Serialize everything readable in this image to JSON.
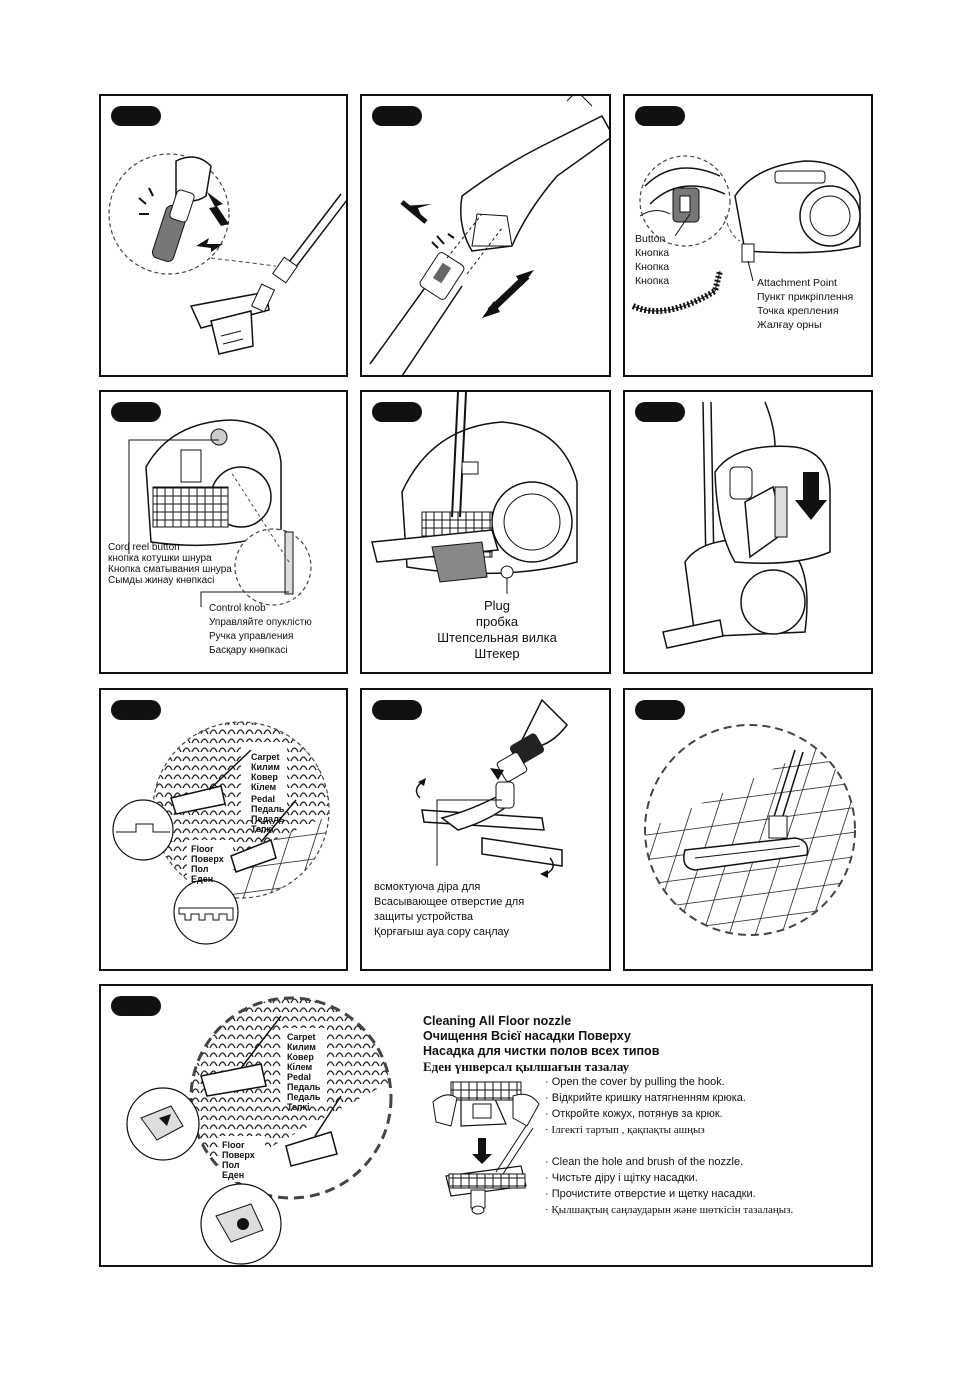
{
  "panel3": {
    "button": [
      "Button",
      "Кнопка",
      "Кнопка",
      "Кнопка"
    ],
    "attachment": [
      "Attachment Point",
      "Пункт прикріплення",
      "Точка крепления",
      "Жалғау орны"
    ]
  },
  "panel4": {
    "cord_reel": [
      "Cord reel button",
      "кнопка котушки шнура",
      "Кнопка сматывания шнура",
      "Сымды жинау кнөпкасі"
    ],
    "control_knob": [
      "Control knob",
      "Управляйте опуклістю",
      "Ручка управления",
      "Басқару кнөпкасі"
    ]
  },
  "panel5": {
    "plug": [
      "Plug",
      "пробка",
      "Штепсельная вилка",
      "Штекер"
    ]
  },
  "panel7": {
    "carpet": [
      "Carpet",
      "Килим",
      "Ковер",
      "Кілем"
    ],
    "pedal": [
      "Pedal",
      "Педаль",
      "Педаль",
      "Тепкі"
    ],
    "floor": [
      "Floor",
      "Поверх",
      "Пол",
      "Еден"
    ]
  },
  "panel8": {
    "caption": [
      "всмоктуюча діра для",
      "Всасывающее отверстие для",
      "защиты устройства",
      "Қорғағыш ауа сору саңлау"
    ]
  },
  "panel10": {
    "title": [
      "Cleaning All Floor nozzle",
      "Очищення Всієї насадки Поверху",
      "Насадка для чистки полов всех типов",
      "Еден үнıверсал қылшағын тазалау"
    ],
    "carpet": [
      "Carpet",
      "Килим",
      "Ковер",
      "Кілем"
    ],
    "pedal": [
      "Pedal",
      "Педаль",
      "Педаль",
      "Тепкі"
    ],
    "floor": [
      "Floor",
      "Поверх",
      "Пол",
      "Еден"
    ],
    "steps_a": [
      "Open the cover by pulling the hook.",
      "Відкрийте кришку натягненням крюка.",
      "Откройте кожух, потянув за крюк.",
      "Ілгекті тартып , қақпақты ашңыз"
    ],
    "steps_b": [
      "Clean the hole and brush of the nozzle.",
      "Чистьте діру і щітку насадки.",
      "Прочистите отверстие и щетку насадки.",
      "Қылшақтың саңлаударын және шөткісін тазалаңыз."
    ]
  }
}
